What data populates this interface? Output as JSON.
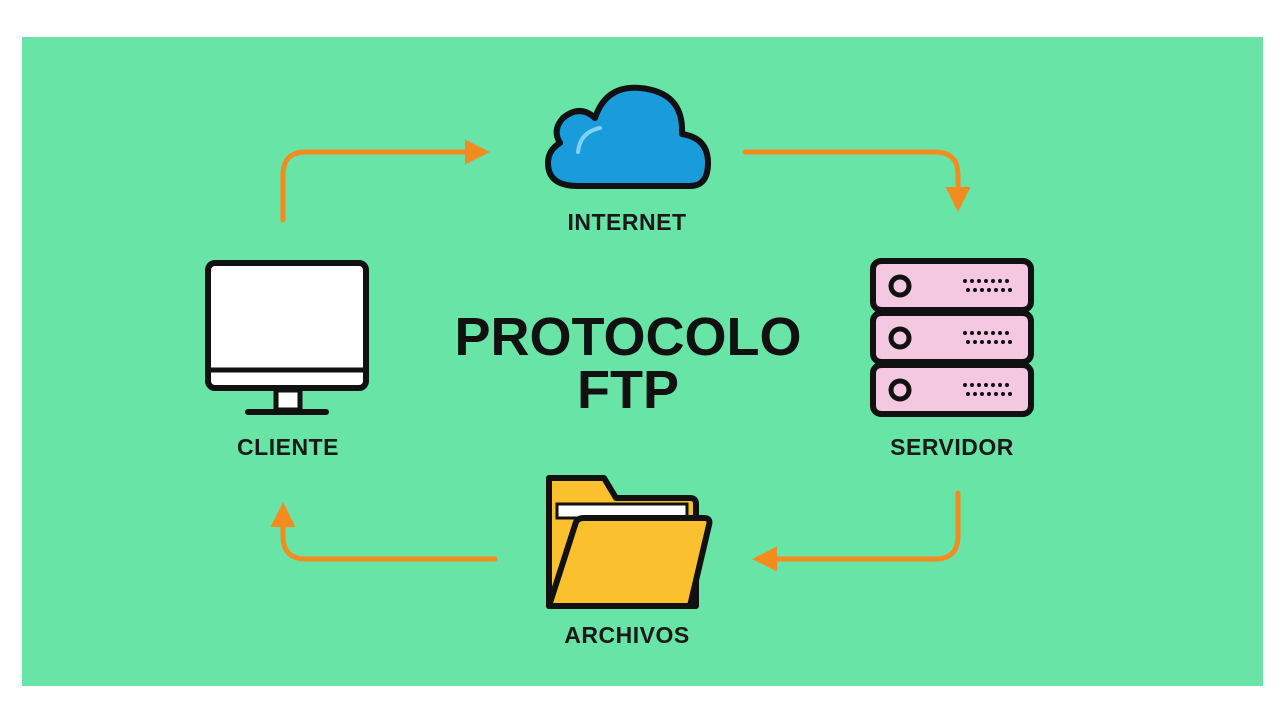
{
  "diagram": {
    "title_line1": "PROTOCOLO",
    "title_line2": "FTP",
    "nodes": {
      "internet": {
        "label": "INTERNET",
        "icon": "cloud-icon"
      },
      "cliente": {
        "label": "CLIENTE",
        "icon": "monitor-icon"
      },
      "servidor": {
        "label": "SERVIDOR",
        "icon": "server-icon"
      },
      "archivos": {
        "label": "ARCHIVOS",
        "icon": "folder-icon"
      }
    },
    "flow": [
      "CLIENTE",
      "INTERNET",
      "SERVIDOR",
      "ARCHIVOS",
      "CLIENTE"
    ]
  },
  "colors": {
    "background": "#68e4a6",
    "arrow": "#f58b1f",
    "cloud": "#1a9bdc",
    "server": "#f3c8e0",
    "folder": "#fbc02d",
    "outline": "#111111"
  }
}
